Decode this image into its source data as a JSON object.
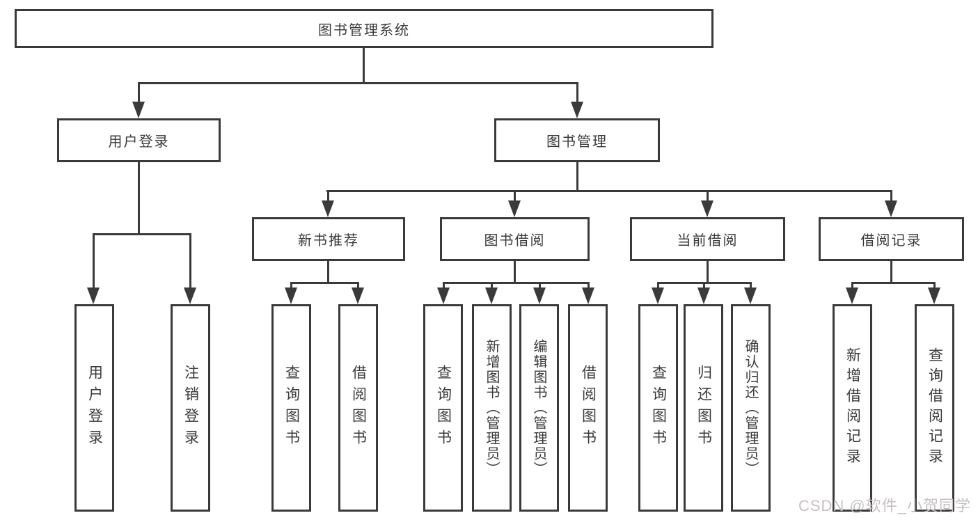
{
  "diagram": {
    "type": "hierarchy-flowchart",
    "colors": {
      "line": "#3a3a3a",
      "background": "#ffffff",
      "watermark": "#c6c0c0"
    },
    "tree": {
      "label": "图书管理系统",
      "children": [
        {
          "label": "用户登录",
          "children": [
            {
              "label": "用户登录"
            },
            {
              "label": "注销登录"
            }
          ]
        },
        {
          "label": "图书管理",
          "children": [
            {
              "label": "新书推荐",
              "children": [
                {
                  "label": "查询图书"
                },
                {
                  "label": "借阅图书"
                }
              ]
            },
            {
              "label": "图书借阅",
              "children": [
                {
                  "label": "查询图书"
                },
                {
                  "label": "新增图书（管理员）"
                },
                {
                  "label": "编辑图书（管理员）"
                },
                {
                  "label": "借阅图书"
                }
              ]
            },
            {
              "label": "当前借阅",
              "children": [
                {
                  "label": "查询图书"
                },
                {
                  "label": "归还图书"
                },
                {
                  "label": "确认归还（管理员）"
                }
              ]
            },
            {
              "label": "借阅记录",
              "children": [
                {
                  "label": "新增借阅记录"
                },
                {
                  "label": "查询借阅记录"
                }
              ]
            }
          ]
        }
      ]
    }
  },
  "watermark": {
    "text": "CSDN @软件_小贺同学"
  }
}
